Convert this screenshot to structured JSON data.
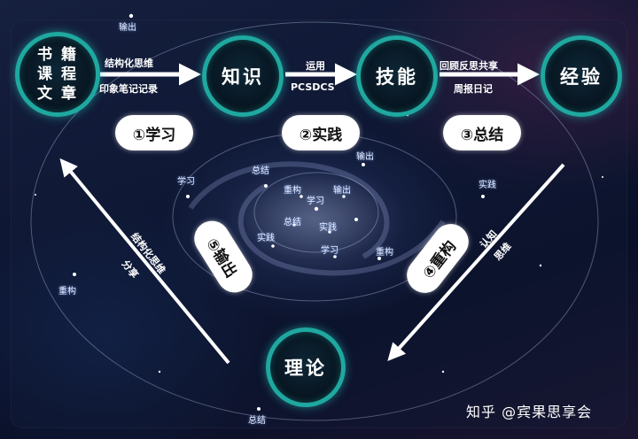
{
  "nodes": {
    "source_lines": [
      "书  籍",
      "课  程",
      "文  章"
    ],
    "knowledge": "知识",
    "skill": "技能",
    "experience": "经验",
    "theory": "理论"
  },
  "edges": {
    "source_to_knowledge_top": "结构化思维",
    "source_to_knowledge_bottom": "印象笔记记录",
    "knowledge_to_skill_top": "运用",
    "knowledge_to_skill_bottom": "PCSDCS",
    "skill_to_experience_top": "回顾反思共享",
    "skill_to_experience_bottom": "周报日记",
    "experience_to_theory_a": "认知",
    "experience_to_theory_b": "思维",
    "theory_to_source_a": "结构化思维",
    "theory_to_source_b": "分享"
  },
  "steps": {
    "learn": "①学习",
    "practice": "②实践",
    "summarize": "③总结",
    "rebuild": "④重构",
    "output": "⑤输出"
  },
  "star_labels": {
    "output_top": "输出",
    "learn_left": "学习",
    "summary_mid": "总结",
    "output_mid": "输出",
    "rebuild_inner": "重构",
    "learn_inner": "学习",
    "output_inner": "输出",
    "summary_inner": "总结",
    "practice_inner": "实践",
    "practice_left": "实践",
    "learn_low": "学习",
    "rebuild_right": "重构",
    "practice_right": "实践",
    "rebuild_left": "重构",
    "summary_bottom": "总结"
  },
  "watermark": "知乎 @宾果思享会"
}
